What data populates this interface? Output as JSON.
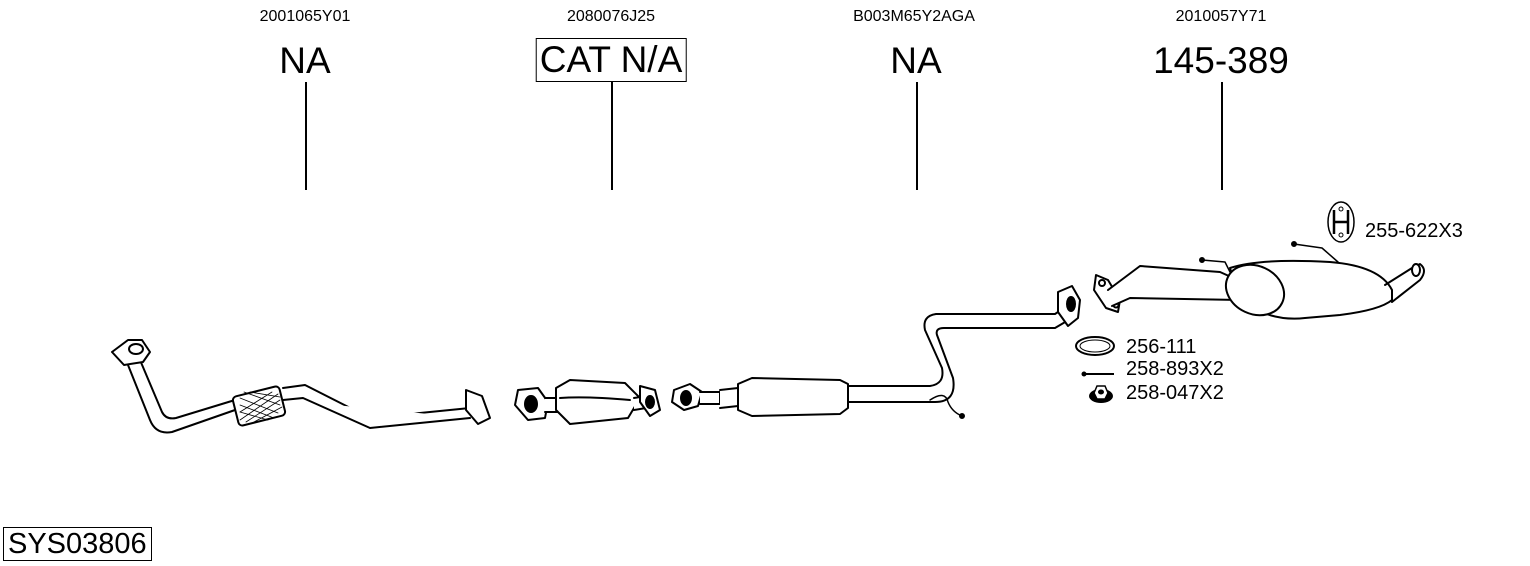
{
  "system_code": "SYS03806",
  "sections": [
    {
      "oem_number": "2001065Y01",
      "part_label": "NA",
      "boxed": false
    },
    {
      "oem_number": "2080076J25",
      "part_label": "CAT N/A",
      "boxed": true
    },
    {
      "oem_number": "B003M65Y2AGA",
      "part_label": "NA",
      "boxed": false
    },
    {
      "oem_number": "2010057Y71",
      "part_label": "145-389",
      "boxed": false
    }
  ],
  "accessories": [
    {
      "part": "255-622X3",
      "icon": "rubber-hanger-icon"
    },
    {
      "part": "256-111",
      "icon": "gasket-ring-icon"
    },
    {
      "part": "258-893X2",
      "icon": "bolt-icon"
    },
    {
      "part": "258-047X2",
      "icon": "flange-nut-icon"
    }
  ]
}
